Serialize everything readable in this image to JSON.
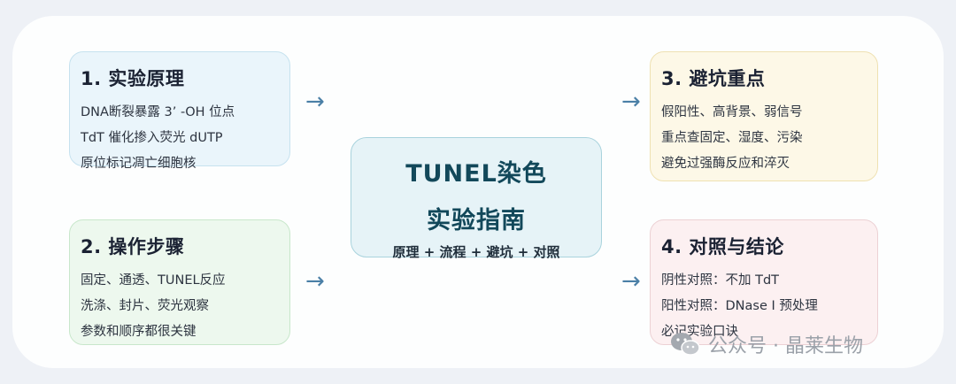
{
  "center": {
    "title_line1": "TUNEL染色",
    "title_line2": "实验指南",
    "subtitle": "原理 + 流程 + 避坑 + 对照"
  },
  "cards": [
    {
      "title": "1. 实验原理",
      "lines": [
        "DNA断裂暴露 3’ -OH 位点",
        "TdT 催化掺入荧光 dUTP",
        "原位标记凋亡细胞核"
      ]
    },
    {
      "title": "2. 操作步骤",
      "lines": [
        "固定、通透、TUNEL反应",
        "洗涤、封片、荧光观察",
        "参数和顺序都很关键"
      ]
    },
    {
      "title": "3. 避坑重点",
      "lines": [
        "假阳性、高背景、弱信号",
        "重点查固定、湿度、污染",
        "避免过强酶反应和淬灭"
      ]
    },
    {
      "title": "4. 对照与结论",
      "lines": [
        "阴性对照：不加 TdT",
        "阳性对照：DNase I 预处理",
        "必记实验口诀"
      ]
    }
  ],
  "arrow_symbol": "→",
  "watermark": {
    "text": "公众号 · 晶莱生物",
    "icon": "wechat-icon"
  },
  "colors": {
    "card1_bg": "#eaf5fb",
    "card2_bg": "#edf8ee",
    "card3_bg": "#fdf8e7",
    "card4_bg": "#fcf0f1",
    "center_bg": "#e6f3f7",
    "arrow": "#4a7fa6"
  }
}
